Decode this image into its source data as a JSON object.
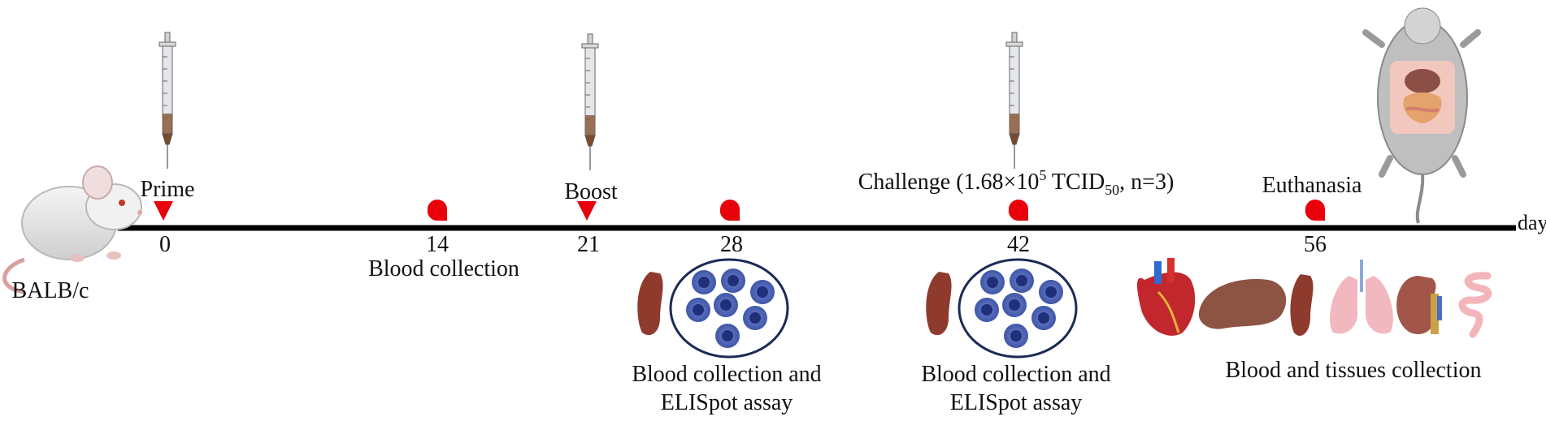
{
  "strain": "BALB/c",
  "unit": "days",
  "timepoints": [
    {
      "day": "0"
    },
    {
      "day": "14"
    },
    {
      "day": "21"
    },
    {
      "day": "28"
    },
    {
      "day": "42"
    },
    {
      "day": "56"
    }
  ],
  "events": {
    "prime": "Prime",
    "boost": "Boost",
    "challenge_prefix": "Challenge (1.68×10",
    "challenge_exp": "5",
    "challenge_mid": " TCID",
    "challenge_sub": "50",
    "challenge_suffix": ", n=3)",
    "euthanasia": "Euthanasia"
  },
  "captions": {
    "blood_14": "Blood collection",
    "assay_28_line1": "Blood collection and",
    "assay_28_line2": "ELISpot assay",
    "assay_42_line1": "Blood collection and",
    "assay_42_line2": "ELISpot assay",
    "tissues_56": "Blood and tissues collection"
  },
  "icons": [
    "mouse-icon",
    "syringe-icon",
    "blood-drop-icon",
    "injection-marker-icon",
    "spleen-icon",
    "cell-dish-icon",
    "heart-icon",
    "liver-icon",
    "lung-icon",
    "kidney-icon",
    "intestine-icon",
    "dissected-mouse-icon"
  ],
  "colors": {
    "timeline": "#000000",
    "blood": "#e8000b",
    "spleen": "#8e3b2e",
    "cell": "#3f56a8",
    "cell_core": "#1f2f7a",
    "dish_border": "#1c2a55"
  }
}
